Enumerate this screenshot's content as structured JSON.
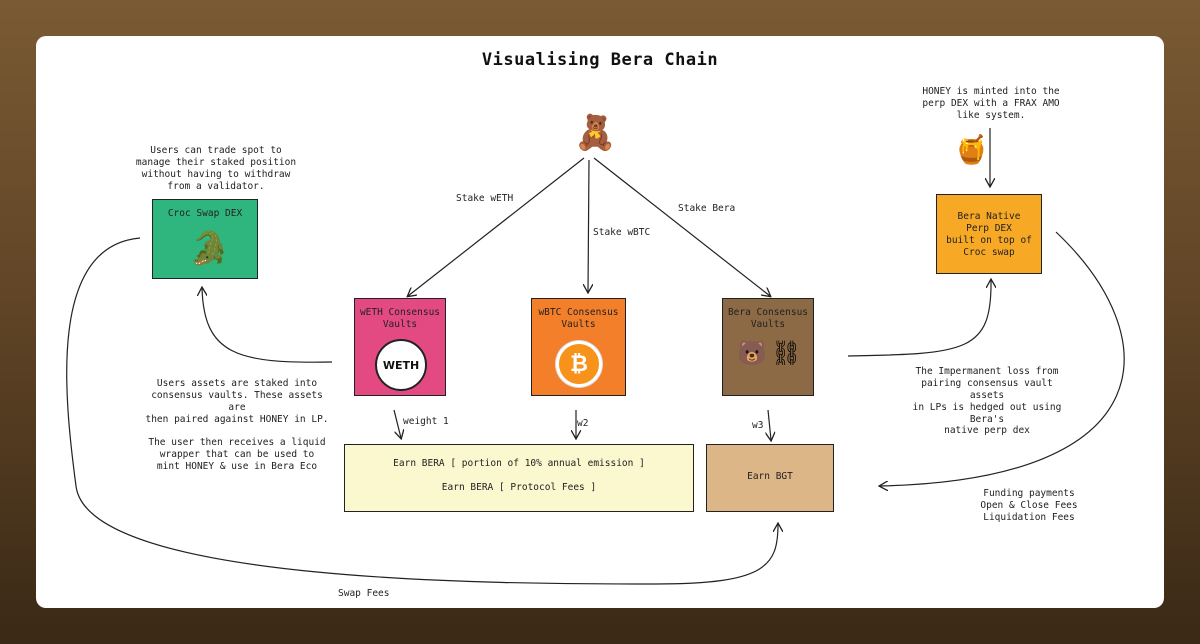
{
  "title": "Visualising Bera Chain",
  "notes": {
    "croc_note": "Users can trade spot to\nmanage their staked position\nwithout having to withdraw\nfrom a validator.",
    "honey_note": "HONEY is minted into the\nperp DEX with a FRAX AMO\nlike system.",
    "lp_note": "Users assets are staked into\nconsensus vaults. These assets are\nthen paired against HONEY in LP.\n\nThe user then receives a liquid\nwrapper that can be used to\nmint HONEY & use in Bera Eco",
    "il_note": "The Impermanent loss from\npairing consensus vault assets\nin LPs is hedged out using Bera's\nnative perp dex",
    "fees_note": "Funding payments\nOpen & Close Fees\nLiquidation Fees"
  },
  "edges": {
    "stake_weth": "Stake wETH",
    "stake_wbtc": "Stake wBTC",
    "stake_bera": "Stake Bera",
    "weight1": "weight 1",
    "w2": "w2",
    "w3": "w3",
    "swap_fees": "Swap Fees"
  },
  "boxes": {
    "croc": "Croc Swap DEX",
    "perp": "Bera Native\nPerp DEX\nbuilt on top of\nCroc swap",
    "weth_vault": "wETH Consensus\nVaults",
    "wbtc_vault": "wBTC Consensus\nVaults",
    "bera_vault": "Bera Consensus\nVaults",
    "earn_bera": "Earn BERA [ portion of 10% annual emission ]\n\nEarn BERA [ Protocol Fees ]",
    "earn_bgt": "Earn BGT"
  },
  "logos": {
    "weth": "WETH",
    "btc": "₿"
  },
  "icons": {
    "bear": "🧸",
    "crocodile": "🐊",
    "honeycomb": "🍯",
    "bear_face": "🐻",
    "chain": "⛓"
  },
  "colors": {
    "croc": "#2fb57e",
    "perp": "#f7a925",
    "weth_vault": "#e44a82",
    "wbtc_vault": "#f47f2a",
    "bera_vault": "#8c6a45",
    "earn_bera": "#fbf7cf",
    "earn_bgt": "#ddb688"
  }
}
